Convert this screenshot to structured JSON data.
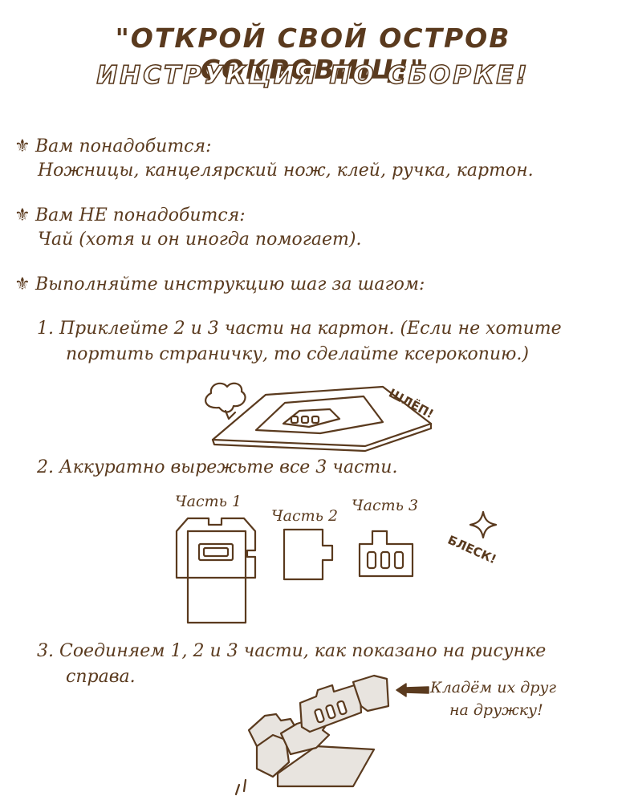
{
  "header": {
    "title": "\"ОТКРОЙ СВОЙ ОСТРОВ СОКРОВИЩ!\"",
    "subtitle": "ИНСТРУКЦИЯ ПО СБОРКЕ!"
  },
  "needed": {
    "heading": "Вам понадобится:",
    "text": "Ножницы, канцелярский нож, клей, ручка, картон."
  },
  "not_needed": {
    "heading": "Вам НЕ понадобится:",
    "text": "Чай (хотя и он иногда помогает)."
  },
  "steps_heading": "Выполняйте инструкцию шаг за шагом:",
  "steps": [
    {
      "line1": "1. Приклейте 2 и 3 части на картон. (Если не хотите",
      "line2": "портить страничку, то сделайте ксерокопию.)"
    },
    {
      "line1": "2. Аккуратно вырежьте все 3 части."
    },
    {
      "line1": "3. Соединяем 1, 2 и 3 части, как показано на рисунке",
      "line2": "справа."
    }
  ],
  "illustrations": {
    "sfx_slap": "ШЛЁП!",
    "sfx_shine": "БЛЕСК!",
    "part1": "Часть 1",
    "part2": "Часть 2",
    "part3": "Часть 3",
    "note_line1": "Кладём их друг",
    "note_line2": "на дружку!"
  },
  "colors": {
    "ink": "#5a3a1e",
    "background": "#ffffff",
    "tone": "#e8e4df"
  }
}
